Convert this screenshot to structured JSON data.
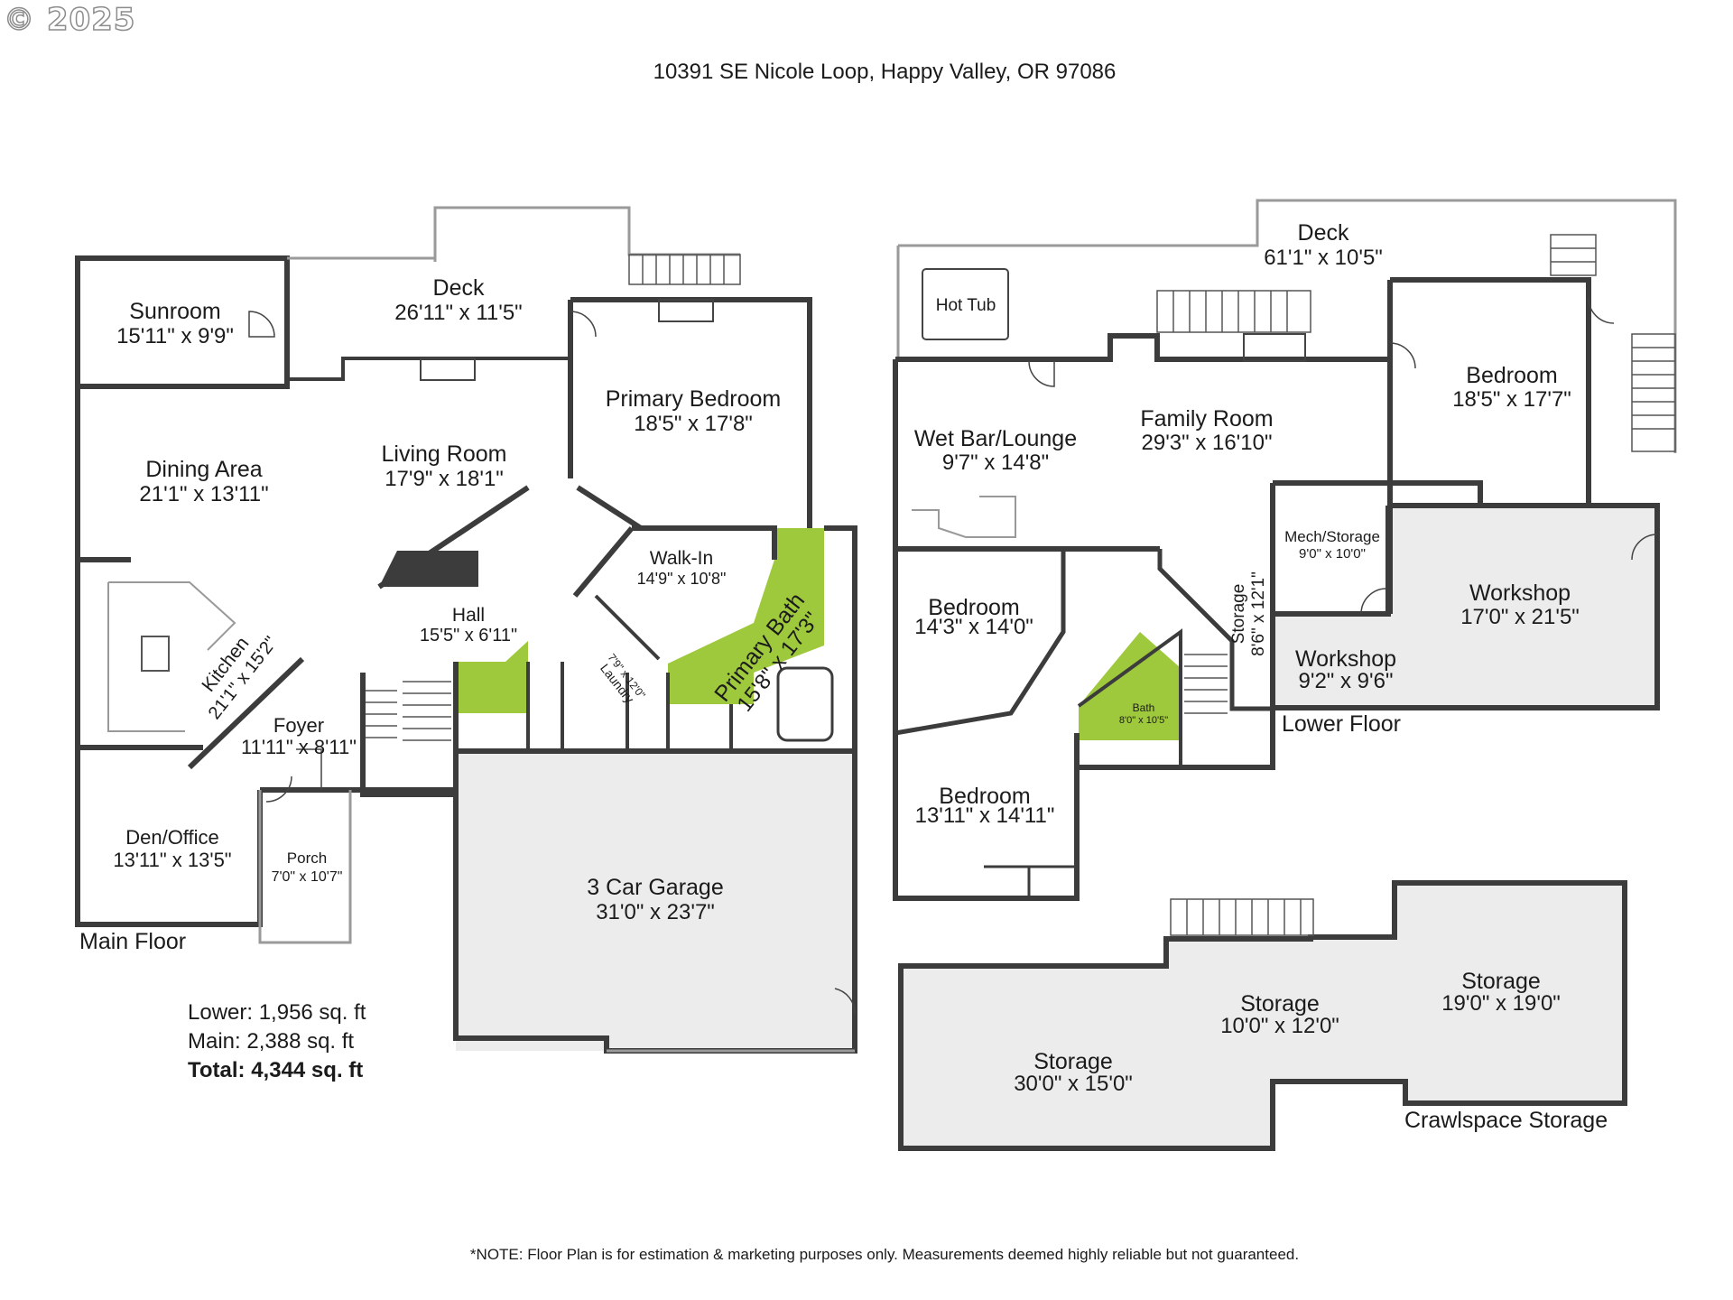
{
  "copyright": "© 2025",
  "address": "10391 SE Nicole Loop, Happy Valley, OR 97086",
  "floors": [
    "Main Floor",
    "Lower Floor",
    "Crawlspace Storage"
  ],
  "rooms": [
    {
      "name": "Sunroom",
      "dim": "15'11\" x 9'9\""
    },
    {
      "name": "Deck",
      "dim": "26'11\" x 11'5\""
    },
    {
      "name": "Primary Bedroom",
      "dim": "18'5\" x 17'8\""
    },
    {
      "name": "Dining Area",
      "dim": "21'1\" x 13'11\""
    },
    {
      "name": "Living Room",
      "dim": "17'9\" x 18'1\""
    },
    {
      "name": "Walk-In",
      "dim": "14'9\" x 10'8\""
    },
    {
      "name": "Hall",
      "dim": "15'5\" x 6'11\""
    },
    {
      "name": "Kitchen",
      "dim": "21'1\" x 15'2\""
    },
    {
      "name": "Primary Bath",
      "dim": "15'8\" x 17'3\""
    },
    {
      "name": "Laundry",
      "dim": "7'9\" x 12'0\""
    },
    {
      "name": "Foyer",
      "dim": "11'11\" x 8'11\""
    },
    {
      "name": "Den/Office",
      "dim": "13'11\" x 13'5\""
    },
    {
      "name": "Porch",
      "dim": "7'0\" x 10'7\""
    },
    {
      "name": "3 Car Garage",
      "dim": "31'0\" x 23'7\""
    },
    {
      "name": "Deck",
      "dim": "61'1\" x 10'5\""
    },
    {
      "name": "Hot Tub",
      "dim": ""
    },
    {
      "name": "Bedroom",
      "dim": "18'5\" x 17'7\""
    },
    {
      "name": "Wet Bar/Lounge",
      "dim": "9'7\" x 14'8\""
    },
    {
      "name": "Family Room",
      "dim": "29'3\" x 16'10\""
    },
    {
      "name": "Mech/Storage",
      "dim": "9'0\" x 10'0\""
    },
    {
      "name": "Workshop",
      "dim": "17'0\" x 21'5\""
    },
    {
      "name": "Bedroom",
      "dim": "14'3\" x 14'0\""
    },
    {
      "name": "Storage",
      "dim": "8'6\" x 12'1\""
    },
    {
      "name": "Workshop",
      "dim": "9'2\" x 9'6\""
    },
    {
      "name": "Bath",
      "dim": "8'0\" x 10'5\""
    },
    {
      "name": "Bedroom",
      "dim": "13'11\" x 14'11\""
    },
    {
      "name": "Storage",
      "dim": "10'0\" x 12'0\""
    },
    {
      "name": "Storage",
      "dim": "19'0\" x 19'0\""
    },
    {
      "name": "Storage",
      "dim": "30'0\" x 15'0\""
    }
  ],
  "sqft": {
    "lower": "Lower: 1,956 sq. ft",
    "main": "Main: 2,388 sq. ft",
    "total": "Total: 4,344 sq. ft"
  },
  "note": "*NOTE: Floor Plan is for estimation & marketing purposes only. Measurements deemed highly reliable but not guaranteed.",
  "colors": {
    "wall": "#3c3c3c",
    "bath": "#9fc93c",
    "garage": "#ececec"
  }
}
